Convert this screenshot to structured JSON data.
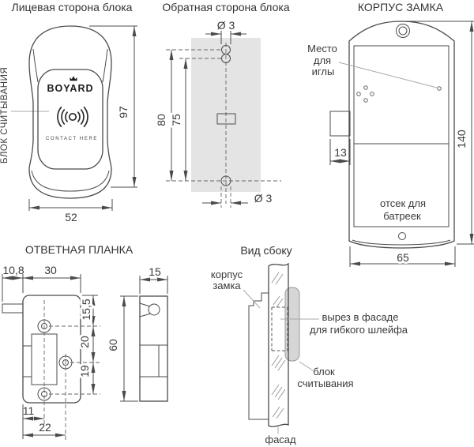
{
  "front_block": {
    "title": "Лицевая сторона блока",
    "side_label": "БЛОК СЧИТЫВАНИЯ",
    "brand": "BOYARD",
    "contact_here": "CONTACT HERE",
    "dim_height": "97",
    "dim_width": "52"
  },
  "back_block": {
    "title": "Обратная сторона блока",
    "dim_hole_top": "Ø 3",
    "dim_hole_bottom": "Ø 3",
    "dim_outer": "80",
    "dim_inner": "75"
  },
  "lock_body": {
    "title": "КОРПУС ЗАМКА",
    "needle_label": [
      "Место",
      "для",
      "иглы"
    ],
    "battery_label": [
      "отсек для",
      "батреек"
    ],
    "dim_latch": "13",
    "dim_height": "140",
    "dim_width": "65"
  },
  "strike_plate": {
    "title": "ОТВЕТНАЯ ПЛАНКА",
    "dim_tab_width": "10,8",
    "dim_width": "30",
    "dim_top_offset": "15,5",
    "dim_mid_offset": "20",
    "dim_low_offset": "19",
    "dim_bottom_left": "11",
    "dim_bottom_mid": "22",
    "dim_side_width": "15",
    "dim_side_height": "60"
  },
  "side_view": {
    "title": "Вид сбоку",
    "label_body": [
      "корпус",
      "замка"
    ],
    "label_cutout": [
      "вырез в фасаде",
      "для гибкого шлейфа"
    ],
    "label_reader": [
      "блок",
      "считывания"
    ],
    "label_facade": "фасад"
  },
  "colors": {
    "line": "#4b4b4b",
    "text": "#3a3a3a",
    "panel_gray": "#e4e4e4",
    "reader_gray": "#d6d6d6",
    "leader": "#a8a8a8",
    "background": "#ffffff"
  }
}
